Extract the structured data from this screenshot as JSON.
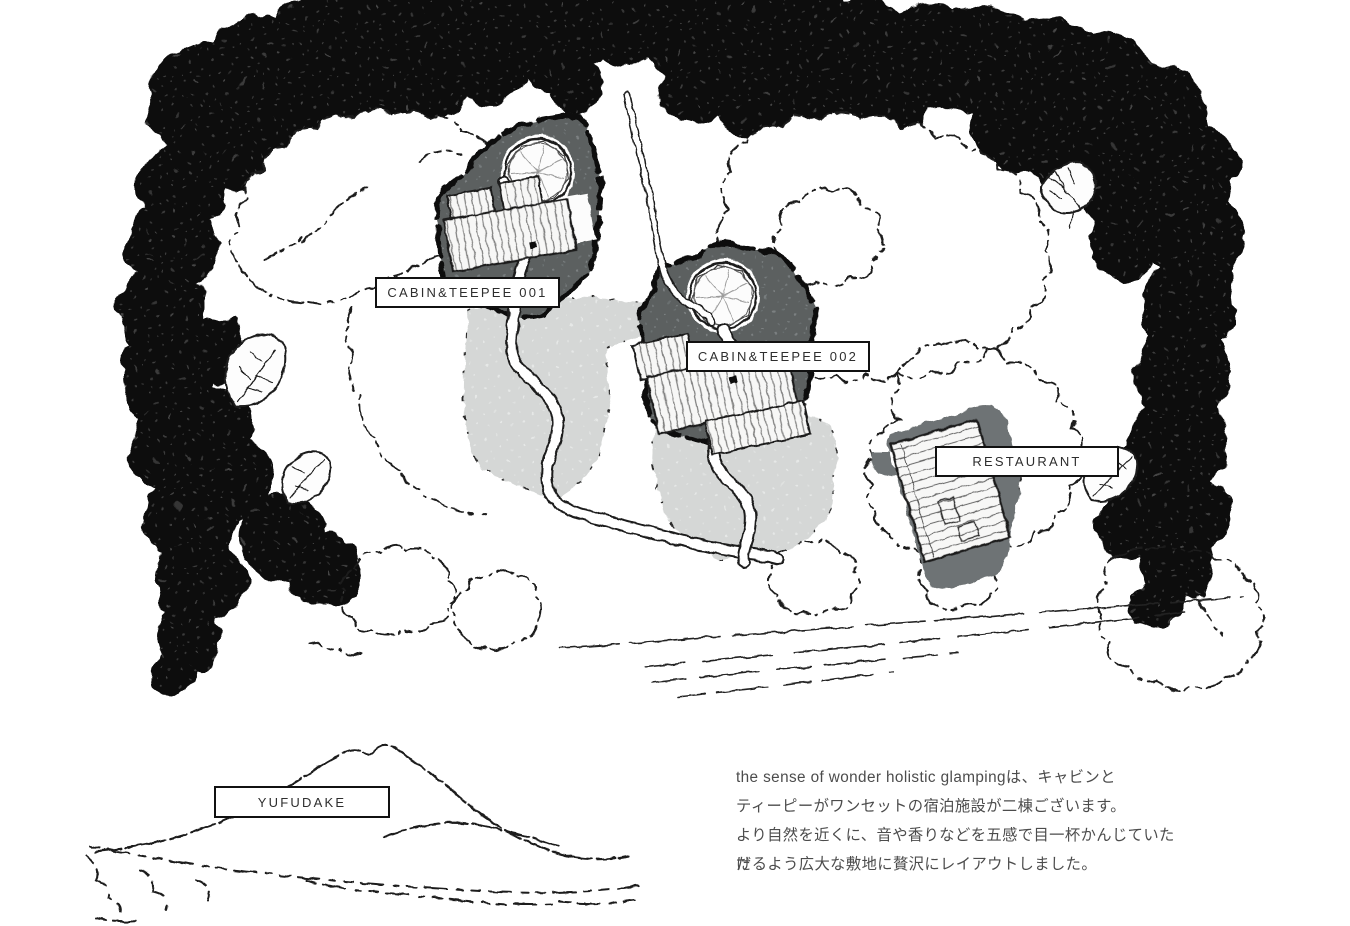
{
  "site_map": {
    "label_cabin001": "CABIN&TEEPEE 001",
    "label_cabin002": "CABIN&TEEPEE 002",
    "label_restaurant": "RESTAURANT",
    "label_yufudake": "YUFUDAKE"
  },
  "description": {
    "line1": "the sense of wonder holistic glampingは、キャビンと",
    "line2": "ティーピーがワンセットの宿泊施設が二棟ございます。",
    "line3": "より自然を近くに、音や香りなどを五感で目一杯かんじていただ",
    "line4": "けるよう広大な敷地に贅沢にレイアウトしました。"
  },
  "colors": {
    "ink": "#121212",
    "forest_fill": "#101010",
    "plot_fill": "#5b6061",
    "lawn_fill": "#d5d7d6",
    "shadow_fill": "#6e7374",
    "label_border": "#111111",
    "label_text": "#2e2e2e",
    "description_text": "#4c4c4c"
  },
  "icons": {
    "teepee_001": "teepee-roof-plan-icon",
    "teepee_002": "teepee-roof-plan-icon",
    "leaves": "leaf-icon",
    "mountain": "mountain-ridge-sketch"
  }
}
